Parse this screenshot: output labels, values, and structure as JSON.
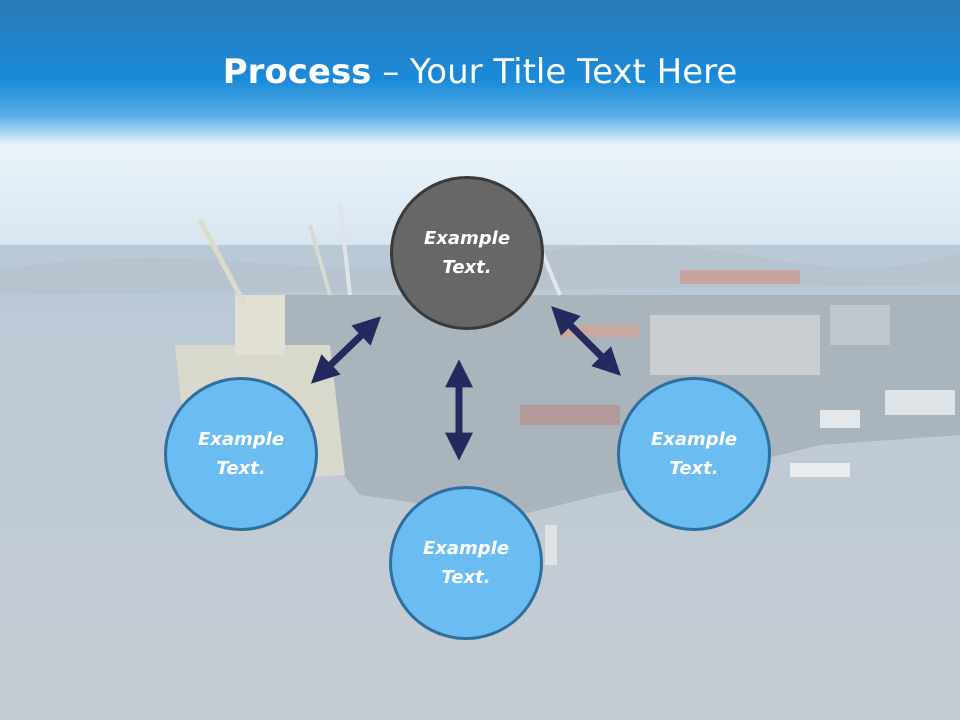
{
  "slide": {
    "title_bold": "Process",
    "title_rest": " – Your Title Text Here"
  },
  "nodes": {
    "center": {
      "line1": "Example",
      "line2": "Text."
    },
    "left": {
      "line1": "Example",
      "line2": "Text."
    },
    "right": {
      "line1": "Example",
      "line2": "Text."
    },
    "bottom": {
      "line1": "Example",
      "line2": "Text."
    }
  },
  "colors": {
    "header_blue": "#1a8ad8",
    "center_fill": "#676767",
    "node_fill": "#6bbcf0",
    "arrow": "#252a5e"
  }
}
